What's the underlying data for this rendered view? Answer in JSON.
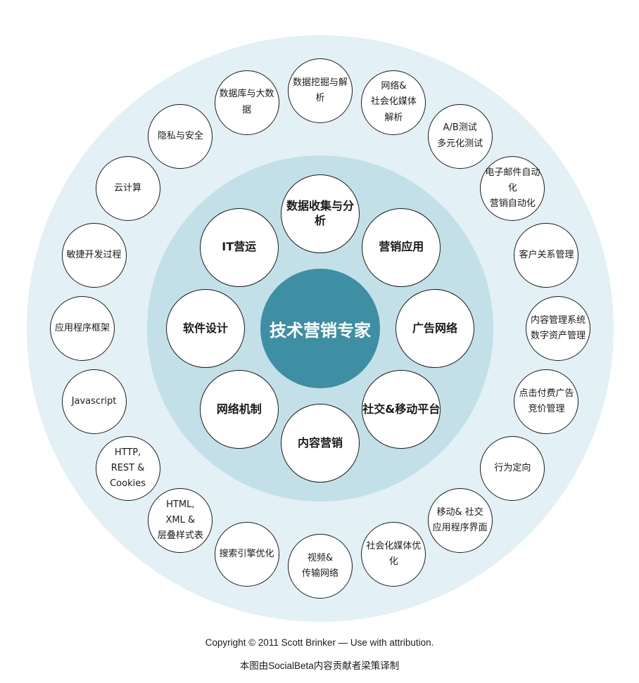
{
  "center": {
    "label": "技术营销专家",
    "color": "#3e8fa3"
  },
  "inner_nodes": [
    {
      "label": "数据收集与分析"
    },
    {
      "label": "营销应用"
    },
    {
      "label": "广告网络"
    },
    {
      "label": "社交&移动平台"
    },
    {
      "label": "内容营销"
    },
    {
      "label": "网络机制"
    },
    {
      "label": "软件设计"
    },
    {
      "label": "IT营运"
    }
  ],
  "outer_nodes": [
    {
      "label": "数据挖掘与解析"
    },
    {
      "label": "网络&\n社会化媒体\n解析"
    },
    {
      "label": "A/B测试\n多元化测试"
    },
    {
      "label": "电子邮件自动化\n营销自动化"
    },
    {
      "label": "客户关系管理"
    },
    {
      "label": "内容管理系统\n数字资产管理"
    },
    {
      "label": "点击付费广告\n竞价管理"
    },
    {
      "label": "行为定向"
    },
    {
      "label": "移动& 社交\n应用程序界面"
    },
    {
      "label": "社会化媒体优化"
    },
    {
      "label": "视频&\n传输网络"
    },
    {
      "label": "搜索引擎优化"
    },
    {
      "label": "HTML,\nXML &\n层叠样式表"
    },
    {
      "label": "HTTP,\nREST &\nCookies"
    },
    {
      "label": "Javascript"
    },
    {
      "label": "应用程序框架"
    },
    {
      "label": "敏捷开发过程"
    },
    {
      "label": "云计算"
    },
    {
      "label": "隐私与安全"
    },
    {
      "label": "数据库与大数据"
    }
  ],
  "credits": {
    "english": "Copyright © 2011 Scott Brinker — Use with attribution.",
    "chinese": "本图由SocialBeta内容贡献者梁策译制"
  },
  "colors": {
    "outer_ring": "#e3f0f5",
    "inner_ring": "#c3e0e8",
    "node_border": "#1a1a1a"
  }
}
